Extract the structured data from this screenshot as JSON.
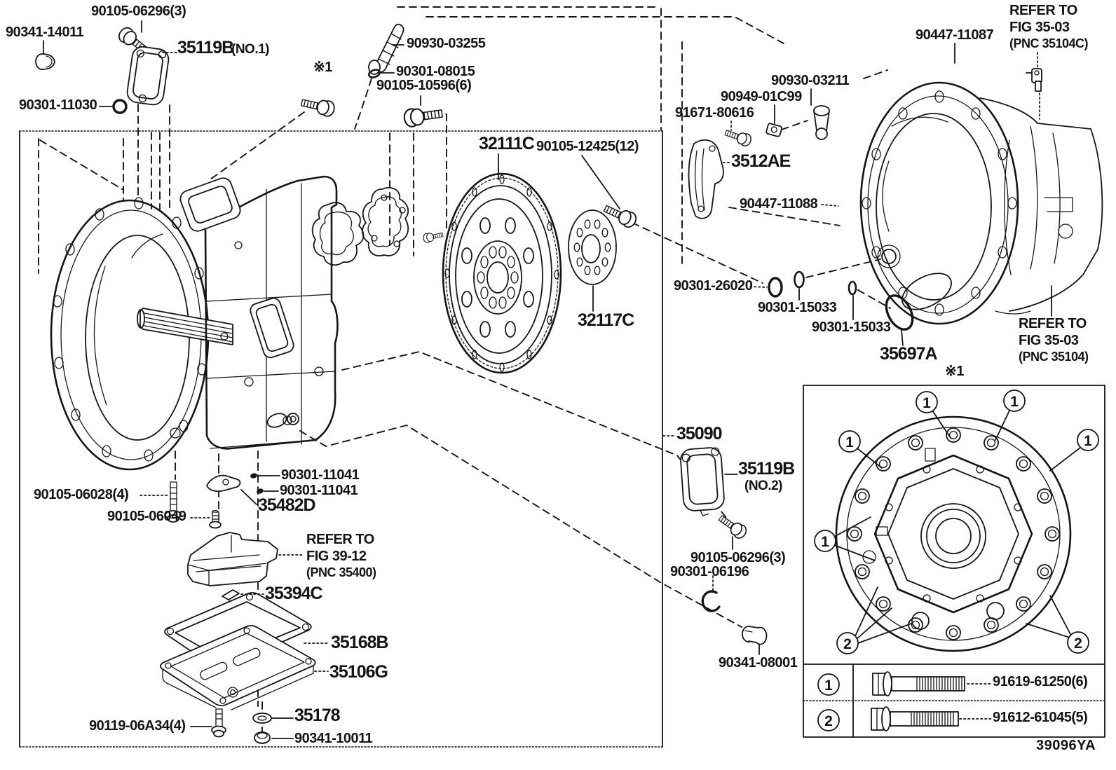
{
  "figure": {
    "code": "39096YA",
    "marker": "※1"
  },
  "callouts": {
    "one": "1",
    "two": "2"
  },
  "labels": {
    "bolt_06296_a": "90105-06296(3)",
    "plug_14011": "90341-14011",
    "gasket_35119b": "35119B",
    "gasket_35119b_no1": "(NO.1)",
    "oring_11030": "90301-11030",
    "breather_03255": "90930-03255",
    "oring_08015": "90301-08015",
    "bolt_10596": "90105-10596(6)",
    "driveplate_32111c": "32111C",
    "bolt_12425": "90105-12425(12)",
    "spacer_32117c": "32117C",
    "hose_11087": "90447-11087",
    "breather_03211": "90930-03211",
    "clamp_01c99": "90949-01C99",
    "bolt_80616": "91671-80616",
    "bracket_3512ae": "3512AE",
    "hose_11088": "90447-11088",
    "oring_26020": "90301-26020",
    "oring_15033_a": "90301-15033",
    "oring_15033_b": "90301-15033",
    "seal_35697a": "35697A",
    "bolt_06028": "90105-06028(4)",
    "bolt_06049": "90105-06049",
    "washer_11041_a": "90301-11041",
    "washer_11041_b": "90301-11041",
    "bracket_35482d": "35482D",
    "gasket_35394c": "35394C",
    "gasket_35168b": "35168B",
    "pan_35106g": "35106G",
    "bolt_06a34": "90119-06A34(4)",
    "washer_35178": "35178",
    "plug_10011": "90341-10011",
    "gasket_35090": "35090",
    "gasket_35119b_2": "35119B",
    "gasket_35119b_no2": "(NO.2)",
    "bolt_06296_b": "90105-06296(3)",
    "clip_06196": "90301-06196",
    "plug_08001": "90341-08001",
    "legend_bolt_1": "91619-61250(6)",
    "legend_bolt_2": "91612-61045(5)"
  },
  "refers": {
    "r1": [
      "REFER TO",
      "FIG 35-03",
      "(PNC 35104C)"
    ],
    "r2": [
      "REFER TO",
      "FIG 35-03",
      "(PNC 35104)"
    ],
    "r3": [
      "REFER TO",
      "FIG 39-12",
      "(PNC 35400)"
    ]
  }
}
